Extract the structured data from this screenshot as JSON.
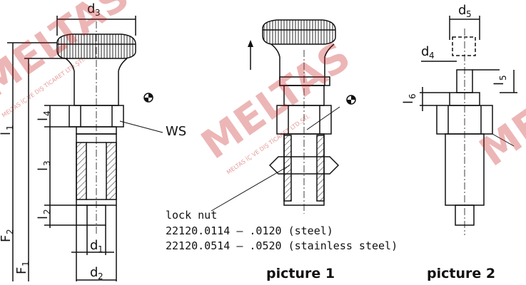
{
  "labels": {
    "d3": "d",
    "d3_sub": "3",
    "d1": "d",
    "d1_sub": "1",
    "d2": "d",
    "d2_sub": "2",
    "d4": "d",
    "d4_sub": "4",
    "d5": "d",
    "d5_sub": "5",
    "l1": "l",
    "l1_sub": "1",
    "l2": "l",
    "l2_sub": "2",
    "l3": "l",
    "l3_sub": "3",
    "l4": "l",
    "l4_sub": "4",
    "l5": "l",
    "l5_sub": "5",
    "l6": "l",
    "l6_sub": "6",
    "F1": "F",
    "F1_sub": "1",
    "F2": "F",
    "F2_sub": "2",
    "ws": "WS"
  },
  "lock_nut": {
    "title": "lock nut",
    "line1": "22120.0114 – .0120  (steel)",
    "line2": "22120.0514 – .0520 (stainless steel)"
  },
  "captions": {
    "picture1": "picture 1",
    "picture2": "picture 2"
  },
  "watermark": {
    "brand": "MELTAS",
    "subtext": "MELTAS İÇ VE DIŞ TİCARET LTD.ŞTİ."
  }
}
